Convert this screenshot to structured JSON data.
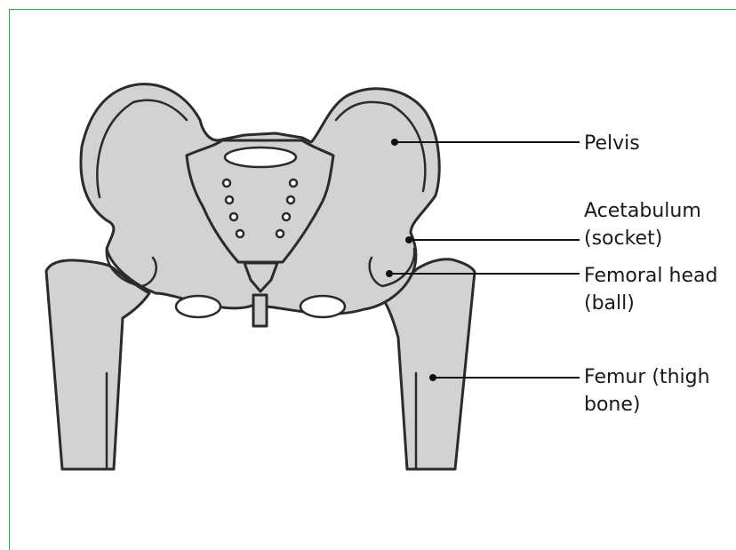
{
  "colors": {
    "frame": "#39a34a",
    "bone_fill": "#d2d2d2",
    "outline": "#2b2b2b",
    "text": "#1a1a1a"
  },
  "labels": {
    "pelvis": [
      "Pelvis"
    ],
    "acetabulum": [
      "Acetabulum",
      "(socket)"
    ],
    "femoral_head": [
      "Femoral head",
      "(ball)"
    ],
    "femur": [
      "Femur (thigh",
      "bone)"
    ]
  }
}
